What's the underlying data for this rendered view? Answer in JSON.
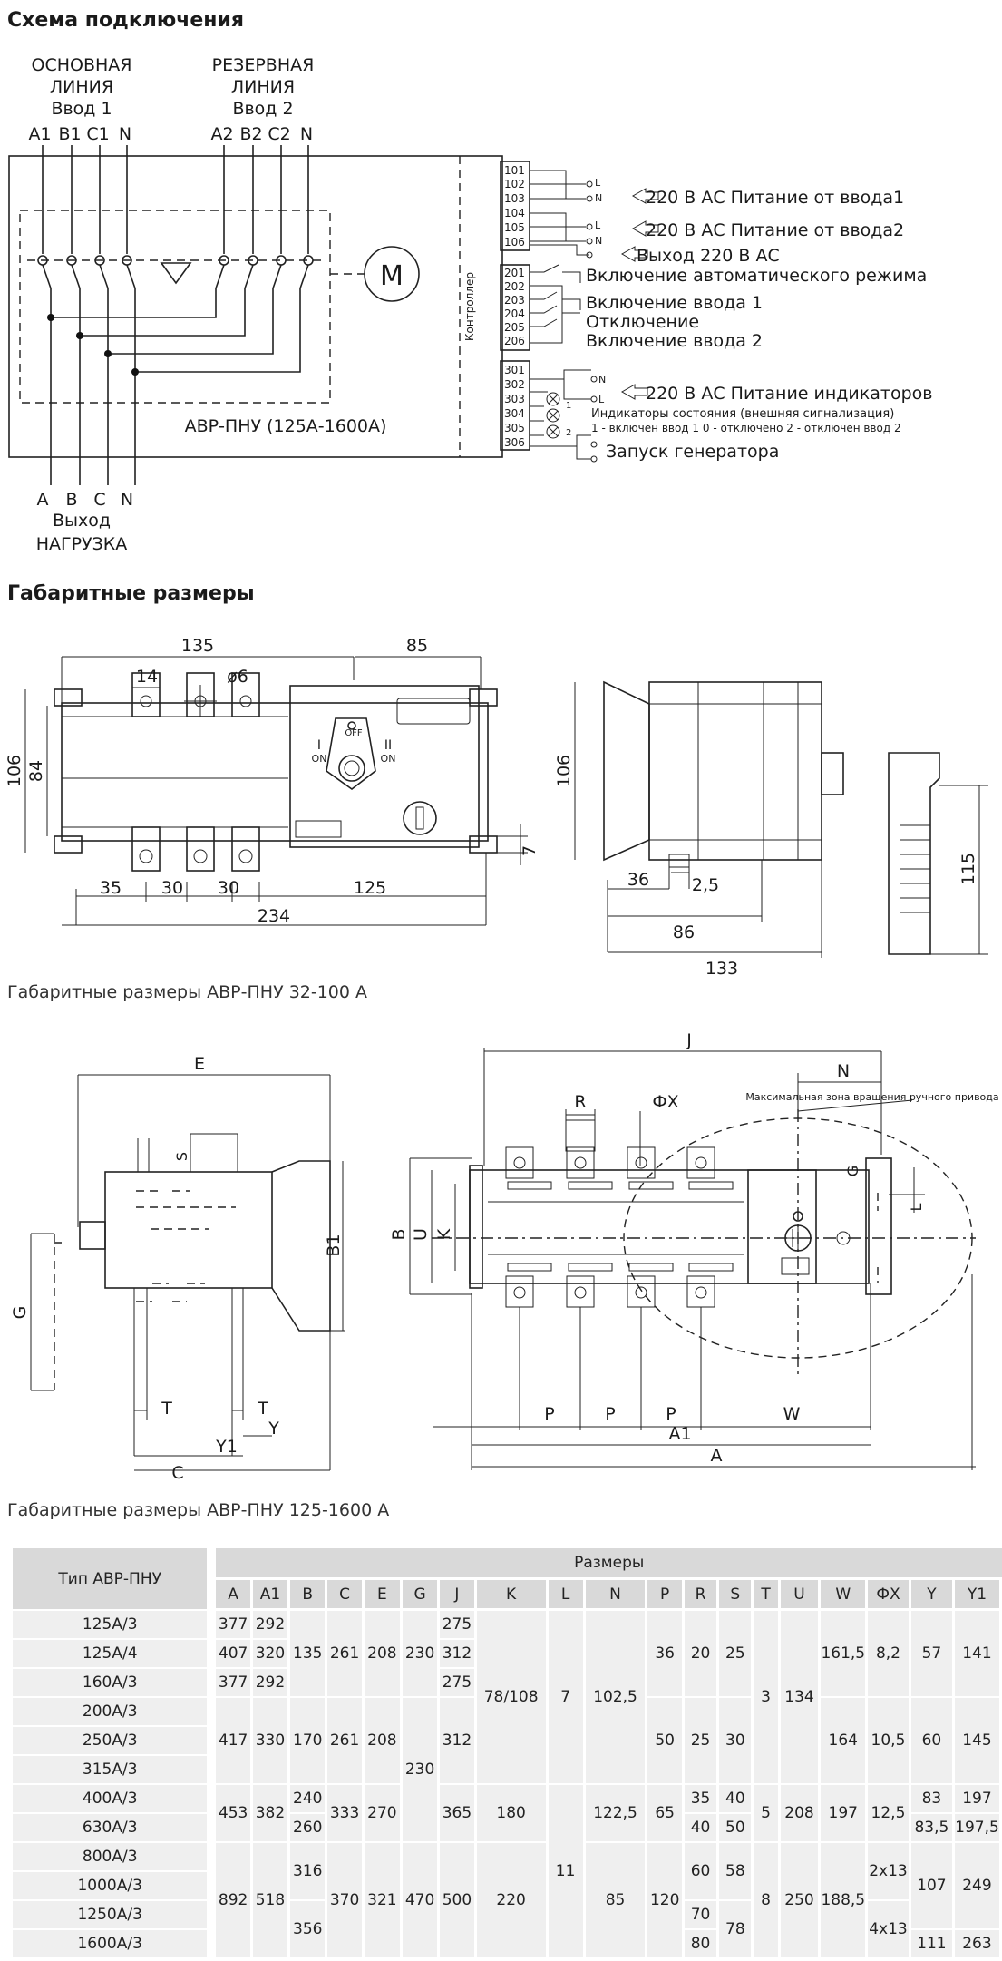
{
  "headings": {
    "scheme": "Схема подключения",
    "dimensions": "Габаритные размеры"
  },
  "scheme": {
    "main_line_1": "ОСНОВНАЯ",
    "main_line_2": "ЛИНИЯ",
    "main_line_3": "Ввод 1",
    "main_terms": [
      "A1",
      "B1",
      "C1",
      "N"
    ],
    "reserve_line_1": "РЕЗЕРВНАЯ",
    "reserve_line_2": "ЛИНИЯ",
    "reserve_line_3": "Ввод 2",
    "reserve_terms": [
      "A2",
      "B2",
      "C2",
      "N"
    ],
    "motor": "M",
    "device": "АВР-ПНУ (125А-1600А)",
    "controller": "Контроллер",
    "out_terms": [
      "A",
      "B",
      "C",
      "N"
    ],
    "out_1": "Выход",
    "out_2": "НАГРУЗКА",
    "terminals_1": [
      "101",
      "102",
      "103",
      "104",
      "105",
      "106"
    ],
    "terminals_2": [
      "201",
      "202",
      "203",
      "204",
      "205",
      "206"
    ],
    "terminals_3": [
      "301",
      "302",
      "303",
      "304",
      "305",
      "306"
    ],
    "pin_L": "L",
    "pin_N": "N",
    "pin_1": "1",
    "pin_2": "2",
    "label_power1": "220 В АС Питание от ввода1",
    "label_power2": "220 В АС Питание от ввода2",
    "label_out220": "Выход 220 В АС",
    "label_auto": "Включение автоматического режима",
    "label_in1": "Включение ввода 1",
    "label_off": "Отключение",
    "label_in2": "Включение ввода 2",
    "label_ind_power": "220 В АС Питание индикаторов",
    "label_ind_state": "Индикаторы состояния (внешняя сигнализация)",
    "label_ind_legend": "1 - включен ввод 1       0 - отключено      2 - отключен ввод 2",
    "label_gen": "Запуск генератора"
  },
  "small_drawing": {
    "dims": [
      "135",
      "85",
      "14",
      "ø6",
      "106",
      "84",
      "35",
      "30",
      "30",
      "125",
      "234",
      "7",
      "106",
      "36",
      "2,5",
      "86",
      "133",
      "115"
    ],
    "marks": [
      "I",
      "ON",
      "OFF",
      "II",
      "ON"
    ]
  },
  "large_drawing": {
    "dims": [
      "E",
      "S",
      "B1",
      "G",
      "T",
      "T",
      "Y",
      "Y1",
      "C",
      "J",
      "N",
      "R",
      "ФX",
      "G",
      "L",
      "B",
      "U",
      "K",
      "P",
      "P",
      "P",
      "W",
      "A1",
      "A"
    ],
    "zone_note": "Максимальная зона вращения ручного привода"
  },
  "captions": {
    "small": "Габаритные размеры АВР-ПНУ 32-100 А",
    "large": "Габаритные размеры АВР-ПНУ 125-1600 А"
  },
  "table": {
    "type_header": "Тип АВР-ПНУ",
    "sizes_header": "Размеры",
    "columns": [
      "A",
      "A1",
      "B",
      "C",
      "E",
      "G",
      "J",
      "K",
      "L",
      "N",
      "P",
      "R",
      "S",
      "T",
      "U",
      "W",
      "ФX",
      "Y",
      "Y1"
    ],
    "rows": [
      "125А/3",
      "125А/4",
      "160А/3",
      "200А/3",
      "250А/3",
      "315А/3",
      "400А/3",
      "630А/3",
      "800А/3",
      "1000А/3",
      "1250А/3",
      "1600А/3"
    ],
    "cells": {
      "A": [
        "377",
        "407",
        "377",
        "417",
        "453",
        "892"
      ],
      "A1": [
        "292",
        "320",
        "292",
        "330",
        "382",
        "518"
      ],
      "B": [
        "135",
        "170",
        "240",
        "260",
        "316",
        "356"
      ],
      "C": [
        "261",
        "261",
        "333",
        "370"
      ],
      "E": [
        "208",
        "208",
        "270",
        "321"
      ],
      "G": [
        "230",
        "230",
        "470"
      ],
      "J": [
        "275",
        "312",
        "275",
        "312",
        "365",
        "500"
      ],
      "K": [
        "78/108",
        "180",
        "220"
      ],
      "L": [
        "7",
        "11"
      ],
      "N": [
        "102,5",
        "122,5",
        "85"
      ],
      "P": [
        "36",
        "50",
        "65",
        "120"
      ],
      "R": [
        "20",
        "25",
        "35",
        "40",
        "60",
        "70",
        "80"
      ],
      "S": [
        "25",
        "30",
        "40",
        "50",
        "58",
        "78"
      ],
      "T": [
        "3",
        "5",
        "8"
      ],
      "U": [
        "134",
        "208",
        "250"
      ],
      "W": [
        "161,5",
        "164",
        "197",
        "188,5"
      ],
      "FX": [
        "8,2",
        "10,5",
        "12,5",
        "2x13",
        "4x13"
      ],
      "Y": [
        "57",
        "60",
        "83",
        "83,5",
        "107",
        "111"
      ],
      "Y1": [
        "141",
        "145",
        "197",
        "197,5",
        "249",
        "263"
      ]
    }
  }
}
